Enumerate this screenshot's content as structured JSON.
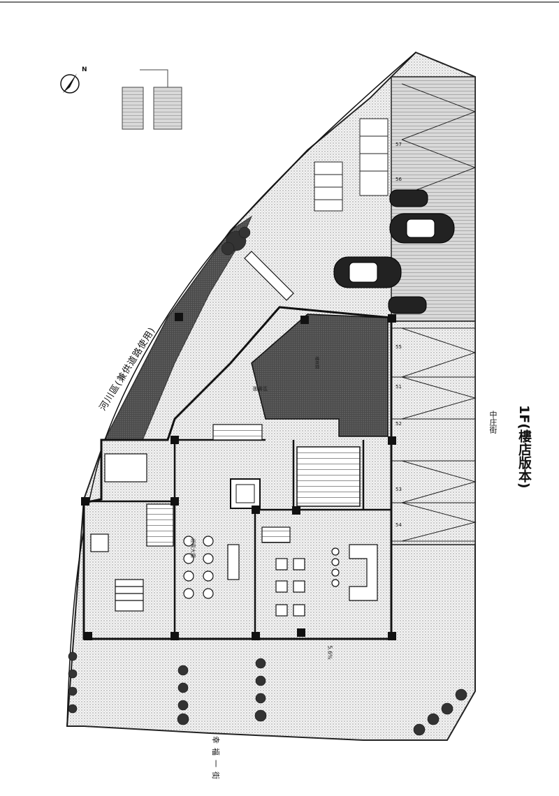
{
  "title": "1F(樓店版本)",
  "roads": {
    "river_side": "河川區(兼供道路使用)",
    "right_street": "中庄街",
    "bottom_street": "幸福一街"
  },
  "compass": {
    "north": "N"
  },
  "rooms": {
    "lobby": "迎賓大廳",
    "stair_hall": "樓梯間",
    "area_a": "圖書區"
  },
  "parking_slots": [
    "57",
    "56",
    "55",
    "52",
    "51",
    "53",
    "54"
  ],
  "dimension_note": "5.6%",
  "colors": {
    "line": "#111111",
    "stipple": "#9a9a9a",
    "dark": "#2a2a2a",
    "paper": "#ffffff"
  }
}
